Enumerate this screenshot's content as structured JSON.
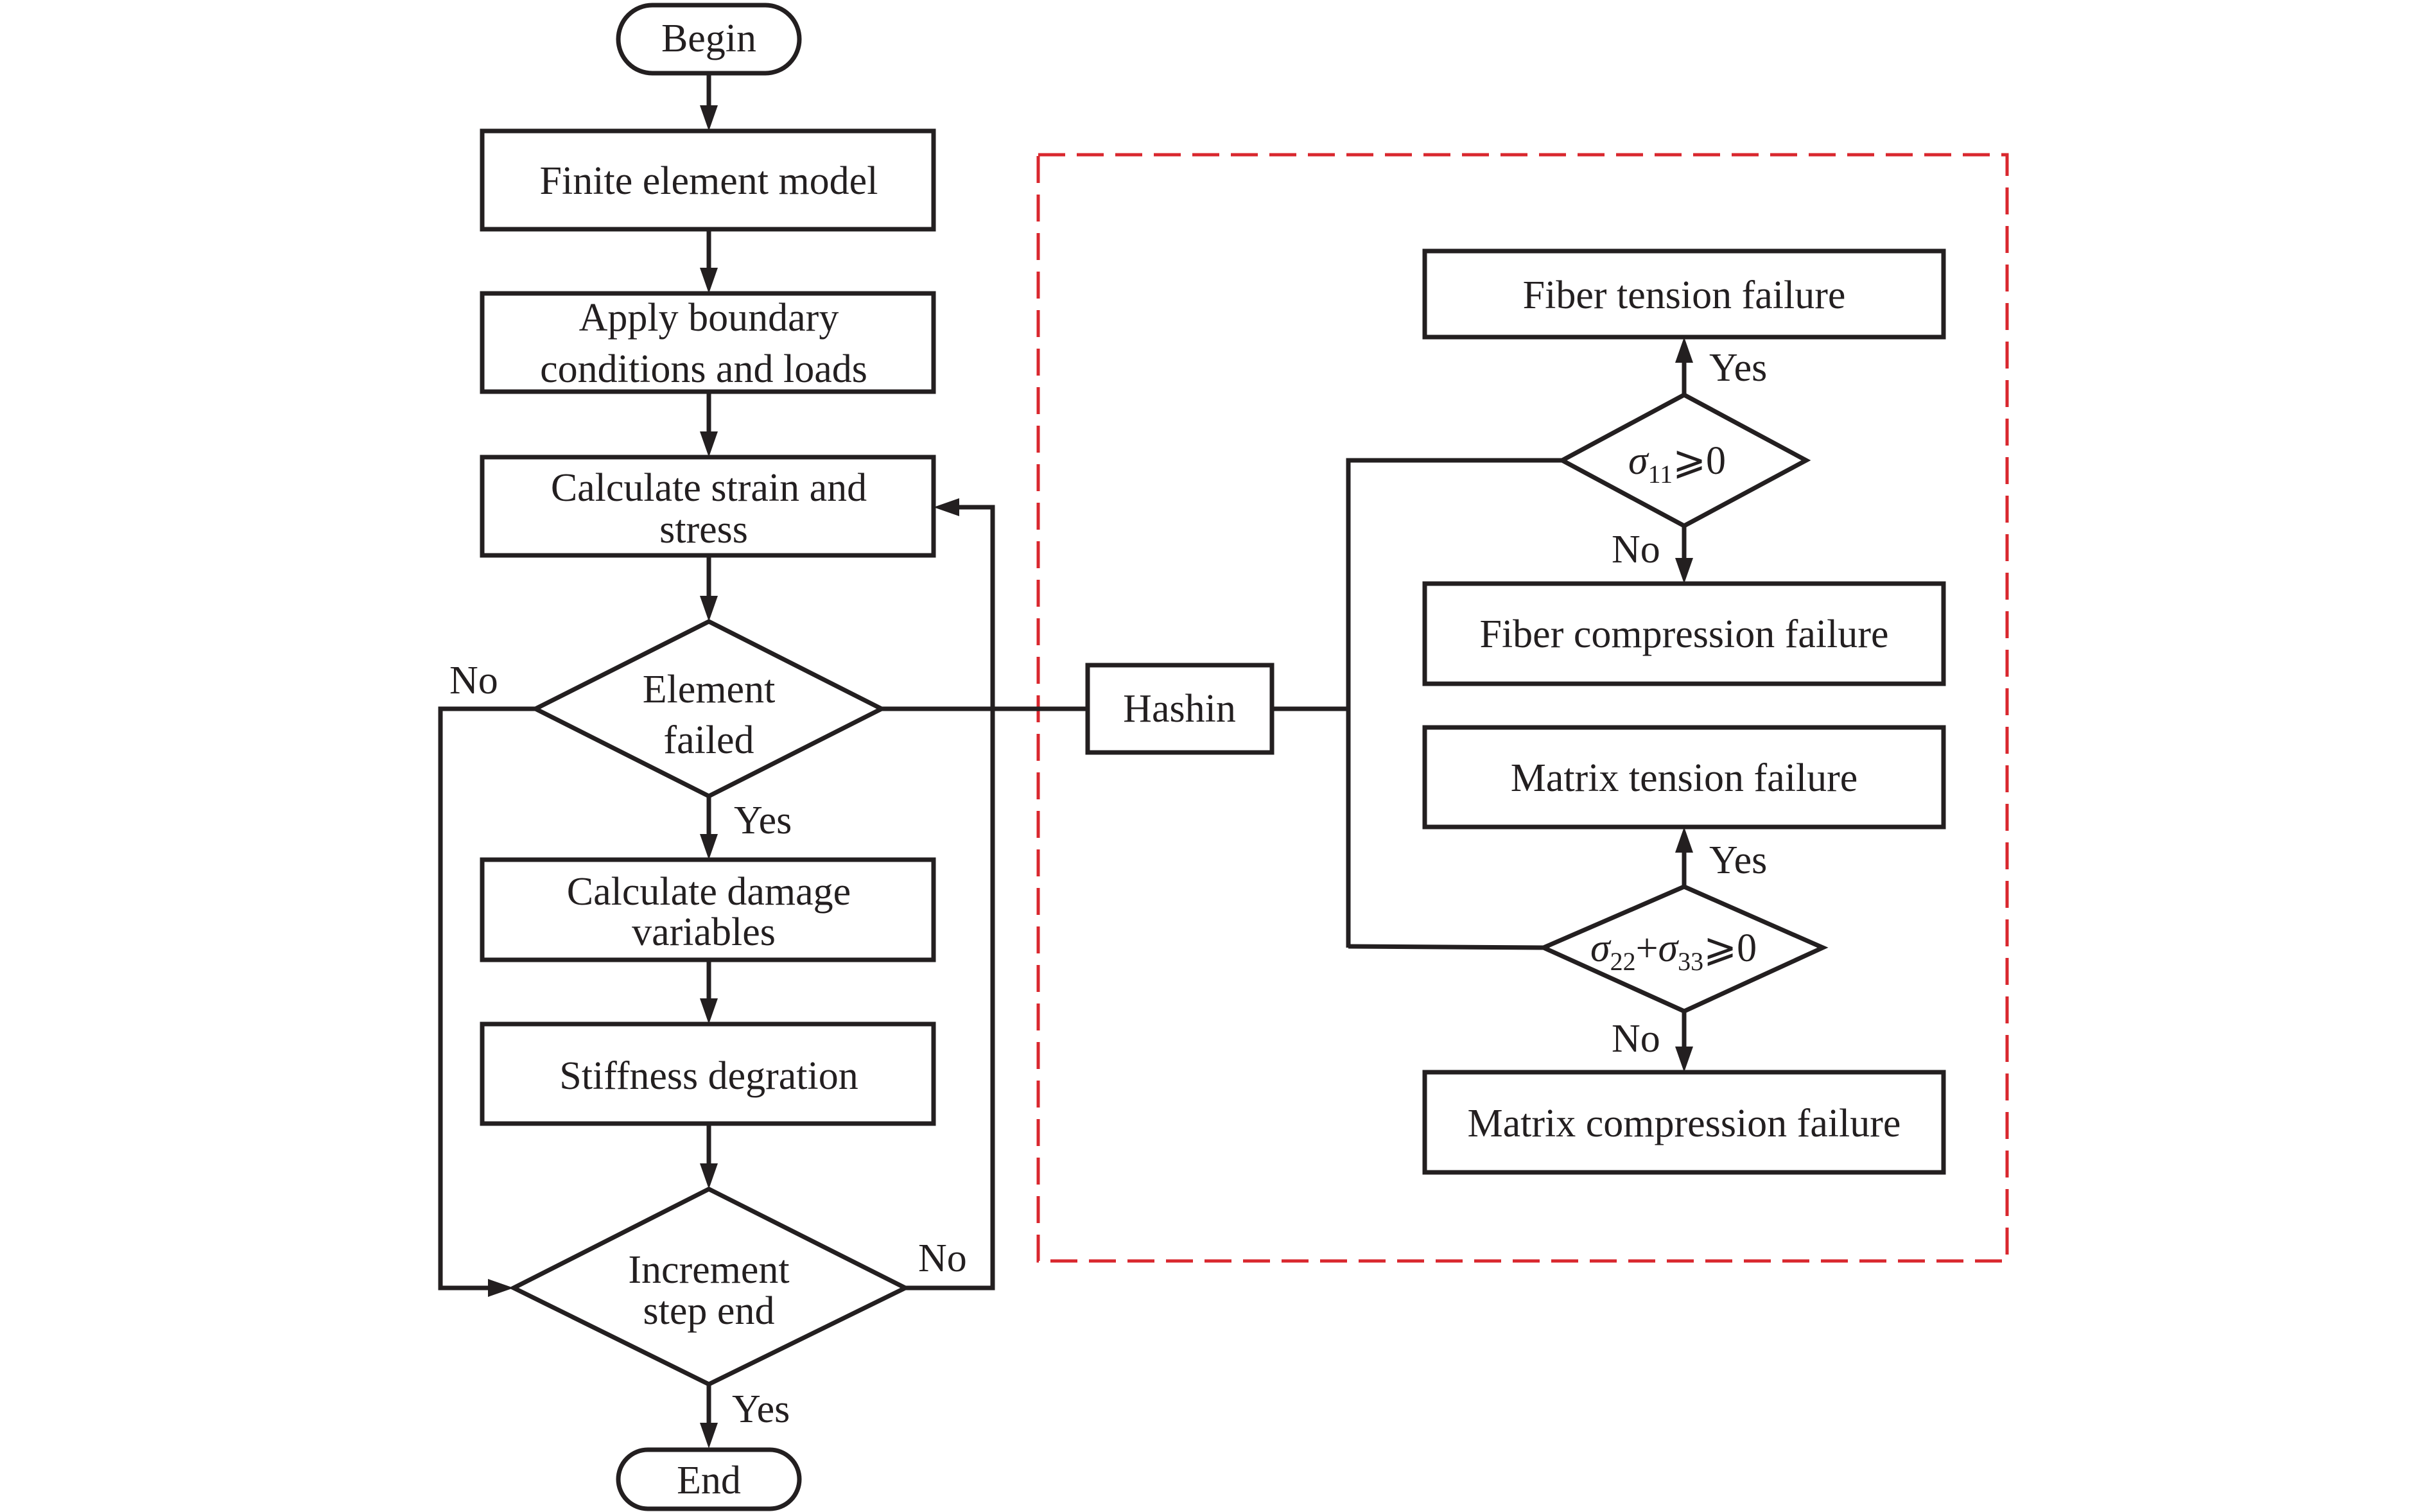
{
  "diagram": {
    "title": "Progressive damage analysis flowchart with Hashin failure criteria",
    "colors": {
      "line": "#231f20",
      "highlight_box": "#d9272e",
      "background": "#ffffff"
    },
    "main_flow": {
      "begin": "Begin",
      "finite_element_model": "Finite element model",
      "apply_boundary": [
        "Apply boundary",
        "conditions and loads"
      ],
      "calc_strain_stress": [
        "Calculate strain and",
        "stress"
      ],
      "element_failed": [
        "Element",
        "failed"
      ],
      "calc_damage": [
        "Calculate damage",
        "variables"
      ],
      "stiffness_degradation": "Stiffness degration",
      "increment_step_end": [
        "Increment",
        "step end"
      ],
      "end": "End"
    },
    "branch_labels": {
      "element_failed_no": "No",
      "element_failed_yes": "Yes",
      "increment_no": "No",
      "increment_yes": "Yes"
    },
    "hashin": {
      "label": "Hashin",
      "fiber_tension": "Fiber tension failure",
      "fiber_compression": "Fiber compression failure",
      "matrix_tension": "Matrix tension failure",
      "matrix_compression": "Matrix compression failure",
      "fiber_condition": {
        "sigma": "σ",
        "sub1": "11",
        "rest": "⩾0"
      },
      "matrix_condition": {
        "sigma": "σ",
        "sub1": "22",
        "plus": "+",
        "sigma2": "σ",
        "sub2": "33",
        "rest": "⩾0"
      },
      "fiber_yes": "Yes",
      "fiber_no": "No",
      "matrix_yes": "Yes",
      "matrix_no": "No"
    }
  }
}
